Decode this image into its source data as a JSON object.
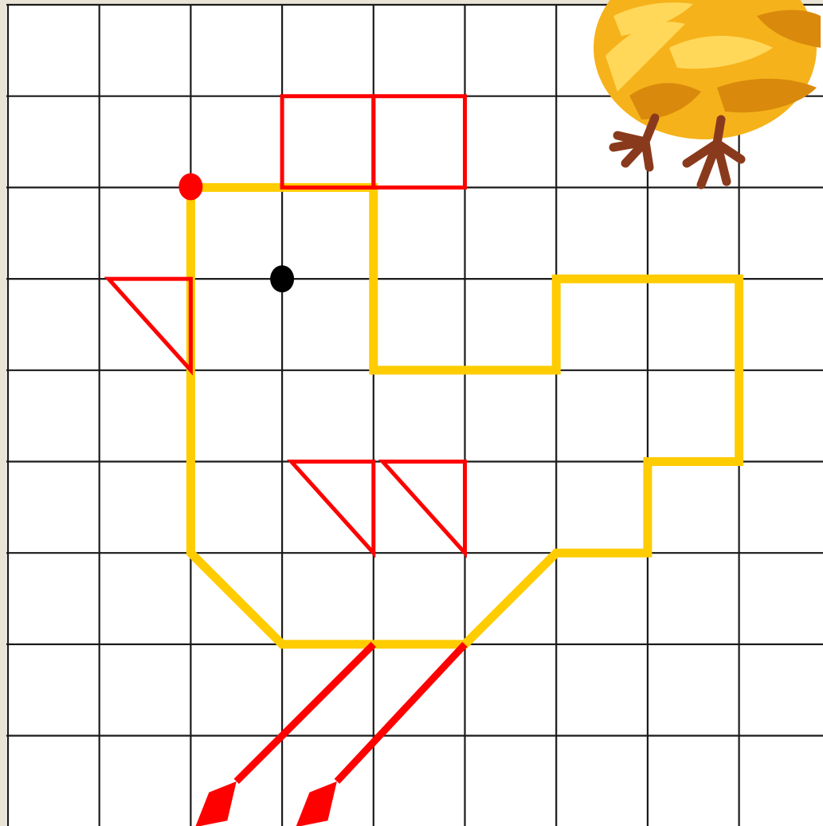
{
  "canvas": {
    "paper_color": "#ffffff",
    "texture_color": "#e9e4d6",
    "grid_color": "#1a1a1a"
  },
  "grid": {
    "columns": 9,
    "rows": 9
  },
  "colors": {
    "body_outline": "#ffcc00",
    "red": "#ff0000",
    "eye": "#000000"
  },
  "drawing": {
    "body_outline_points": [
      [
        2,
        2
      ],
      [
        4,
        2
      ],
      [
        4,
        4
      ],
      [
        6,
        4
      ],
      [
        6,
        3
      ],
      [
        8,
        3
      ],
      [
        8,
        5
      ],
      [
        7,
        5
      ],
      [
        7,
        6
      ],
      [
        6,
        6
      ],
      [
        5,
        7
      ],
      [
        3,
        7
      ],
      [
        2,
        6
      ],
      [
        2,
        2
      ]
    ],
    "comb": [
      {
        "points": [
          [
            3,
            1
          ],
          [
            4,
            1
          ],
          [
            4,
            2
          ],
          [
            3,
            2
          ]
        ]
      },
      {
        "points": [
          [
            4,
            1
          ],
          [
            5,
            1
          ],
          [
            5,
            2
          ],
          [
            4,
            2
          ]
        ]
      }
    ],
    "beak": {
      "points": [
        [
          1.1,
          3
        ],
        [
          2,
          3
        ],
        [
          2,
          4
        ]
      ]
    },
    "wing": [
      {
        "points": [
          [
            3.1,
            5
          ],
          [
            4,
            5
          ],
          [
            4,
            6
          ]
        ]
      },
      {
        "points": [
          [
            4.1,
            5
          ],
          [
            5,
            5
          ],
          [
            5,
            6
          ]
        ]
      }
    ],
    "legs": [
      {
        "from": [
          4,
          7
        ],
        "to": [
          2.5,
          8.5
        ]
      },
      {
        "from": [
          5,
          7
        ],
        "to": [
          3.6,
          8.5
        ]
      }
    ],
    "feet": [
      {
        "points": [
          [
            2.5,
            8.5
          ],
          [
            2.2,
            8.62
          ],
          [
            2.05,
            9.0
          ],
          [
            2.4,
            8.93
          ]
        ]
      },
      {
        "points": [
          [
            3.6,
            8.5
          ],
          [
            3.3,
            8.62
          ],
          [
            3.15,
            9.0
          ],
          [
            3.5,
            8.93
          ]
        ]
      }
    ],
    "eye": {
      "at": [
        3,
        3
      ]
    },
    "start_dot": {
      "at": [
        2,
        2
      ]
    }
  },
  "illustration": {
    "icon": "chicken-illustration",
    "feather_color": "#f6b21a",
    "feather_light": "#ffd85a",
    "feather_dark": "#d98a0c",
    "feet_color": "#8a3a1c"
  }
}
